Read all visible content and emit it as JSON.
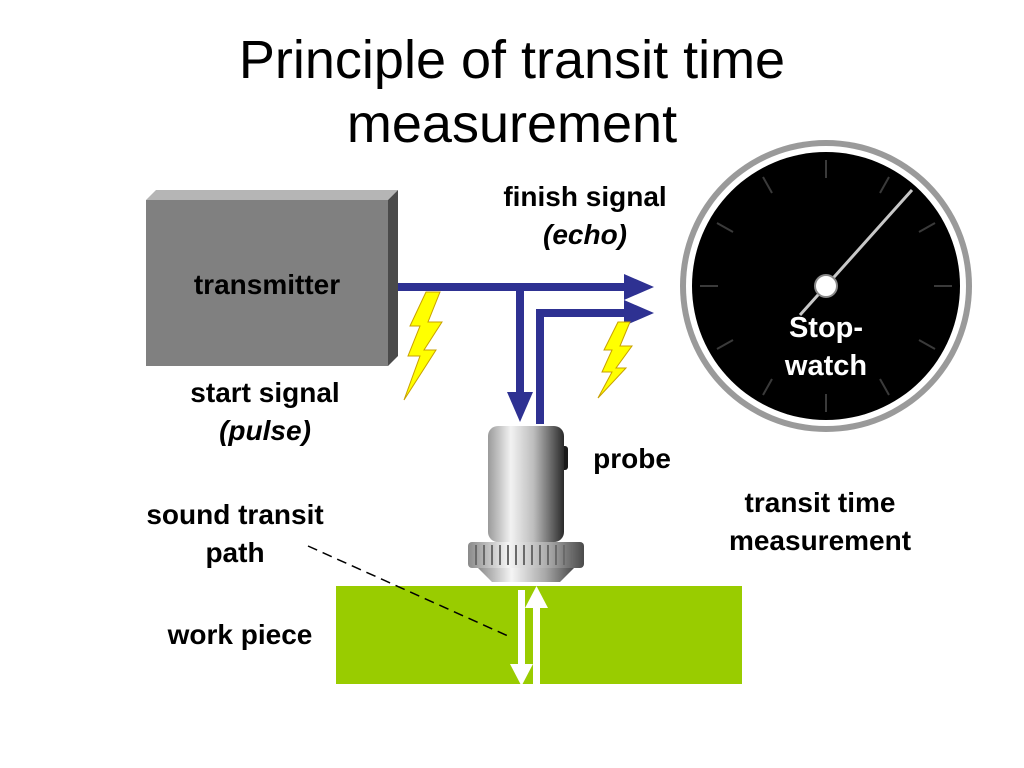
{
  "title": {
    "line1": "Principle of transit time",
    "line2": "measurement"
  },
  "labels": {
    "transmitter": "transmitter",
    "finish_signal": "finish signal",
    "finish_signal_note": "(echo)",
    "start_signal": "start signal",
    "start_signal_note": "(pulse)",
    "probe": "probe",
    "sound_path_line1": "sound transit",
    "sound_path_line2": "path",
    "work_piece": "work piece",
    "transit_line1": "transit time",
    "transit_line2": "measurement",
    "stopwatch_line1": "Stop-",
    "stopwatch_line2": "watch"
  },
  "colors": {
    "signal_lines": "#2e3192",
    "lightning": "#ffff00",
    "work_piece": "#99cc00",
    "transmitter": "#808080",
    "dial": "#000000",
    "bezel": "#b0b0b0"
  },
  "icons": {
    "stopwatch": "stopwatch-icon",
    "probe": "probe-icon",
    "lightning": "lightning-icon"
  }
}
